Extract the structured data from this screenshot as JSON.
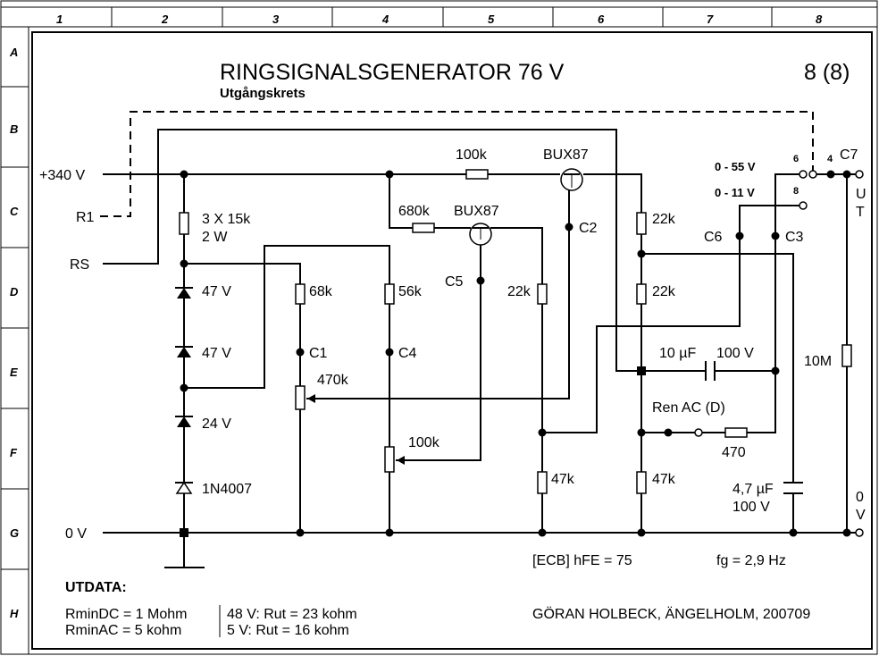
{
  "title": "RINGSIGNALSGENERATOR  76 V",
  "subtitle": "Utgångskrets",
  "page": "8  (8)",
  "grid": {
    "columns": [
      "1",
      "2",
      "3",
      "4",
      "5",
      "6",
      "7",
      "8"
    ],
    "rows": [
      "A",
      "B",
      "C",
      "D",
      "E",
      "F",
      "G",
      "H"
    ]
  },
  "labels": {
    "supply": "+340 V",
    "r1": "R1",
    "rs": "RS",
    "ground": "0 V",
    "r_3x15k": "3 X 15k",
    "r_3x15k_power": "2 W",
    "z1": "47 V",
    "z2": "47 V",
    "z3": "24 V",
    "d4": "1N4007",
    "r68k": "68k",
    "c1": "C1",
    "pot470k": "470k",
    "r56k": "56k",
    "c4": "C4",
    "pot100k": "100k",
    "r680k": "680k",
    "q1": "BUX87",
    "c5": "C5",
    "r22k_a": "22k",
    "r47k_a": "47k",
    "r100k": "100k",
    "q2": "BUX87",
    "c2": "C2",
    "r22k_b": "22k",
    "r22k_c": "22k",
    "r47k_b": "47k",
    "cap10u": "10 µF",
    "cap10u_v": "100 V",
    "ren_ac": "Ren AC (D)",
    "r470": "470",
    "range55": "0 - 55 V",
    "range11": "0 - 11 V",
    "t6": "6",
    "t8": "8",
    "t4": "4",
    "c6": "C6",
    "c3": "C3",
    "c7": "C7",
    "out_u": "U",
    "out_t": "T",
    "r10m": "10M",
    "cap47": "4,7 µF",
    "cap47_v": "100 V",
    "gnd_out_0": "0",
    "gnd_out_v": "V",
    "ecb": "[ECB]  hFE = 75",
    "fg": "fg = 2,9 Hz"
  },
  "footer": {
    "utdata": "UTDATA:",
    "rmindc": "RminDC = 1 Mohm",
    "rminac": "RminAC = 5 kohm",
    "v48": "48 V:  Rut = 23 kohm",
    "v5": "5 V:  Rut = 16 kohm",
    "author": "GÖRAN HOLBECK, ÄNGELHOLM, 200709"
  }
}
